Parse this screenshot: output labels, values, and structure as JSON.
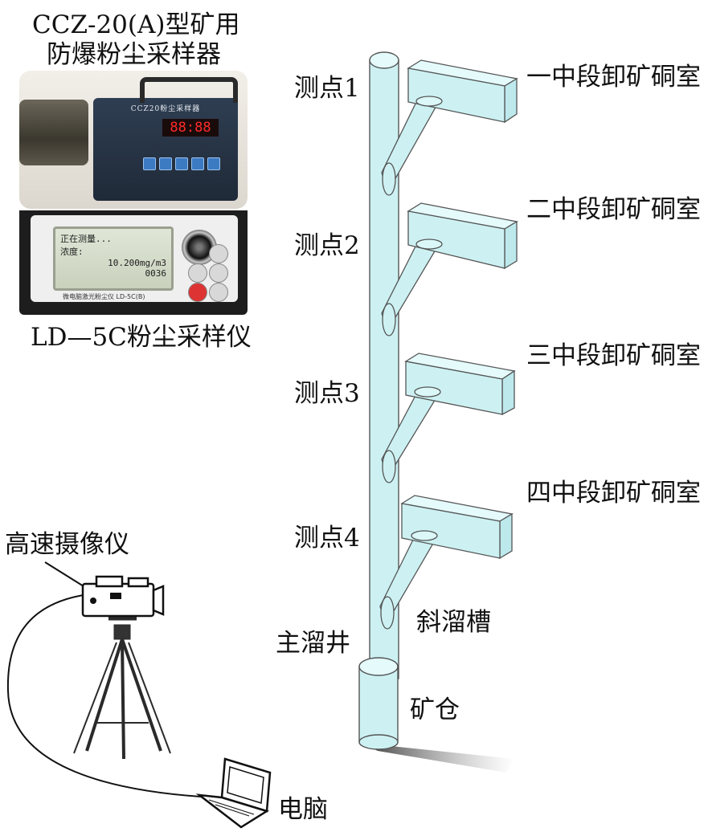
{
  "labels": {
    "ccz_title_line1": "CCZ-20(A)型矿用",
    "ccz_title_line2": "防爆粉尘采样器",
    "ld_title": "LD—5C粉尘采样仪",
    "camera": "高速摄像仪",
    "computer": "电脑",
    "point1": "测点1",
    "point2": "测点2",
    "point3": "测点3",
    "point4": "测点4",
    "chamber1": "一中段卸矿硐室",
    "chamber2": "二中段卸矿硐室",
    "chamber3": "三中段卸矿硐室",
    "chamber4": "四中段卸矿硐室",
    "main_shaft": "主溜井",
    "chute": "斜溜槽",
    "bin": "矿仓"
  },
  "device_ccz": {
    "panel_title": "CCZ20粉尘采样器",
    "display_value": "88:88"
  },
  "device_ld": {
    "lcd_line1": "正在测量...",
    "lcd_line2": "浓度:",
    "lcd_line3": "10.200mg/m3",
    "lcd_line4": "0036",
    "model_text": "微电脑激光粉尘仪 LD-5C(B)"
  },
  "colors": {
    "tube_fill": "#cdf1f3",
    "tube_stroke": "#555555",
    "display_red": "#ff2a2a",
    "key_blue": "#3c7ac2"
  }
}
